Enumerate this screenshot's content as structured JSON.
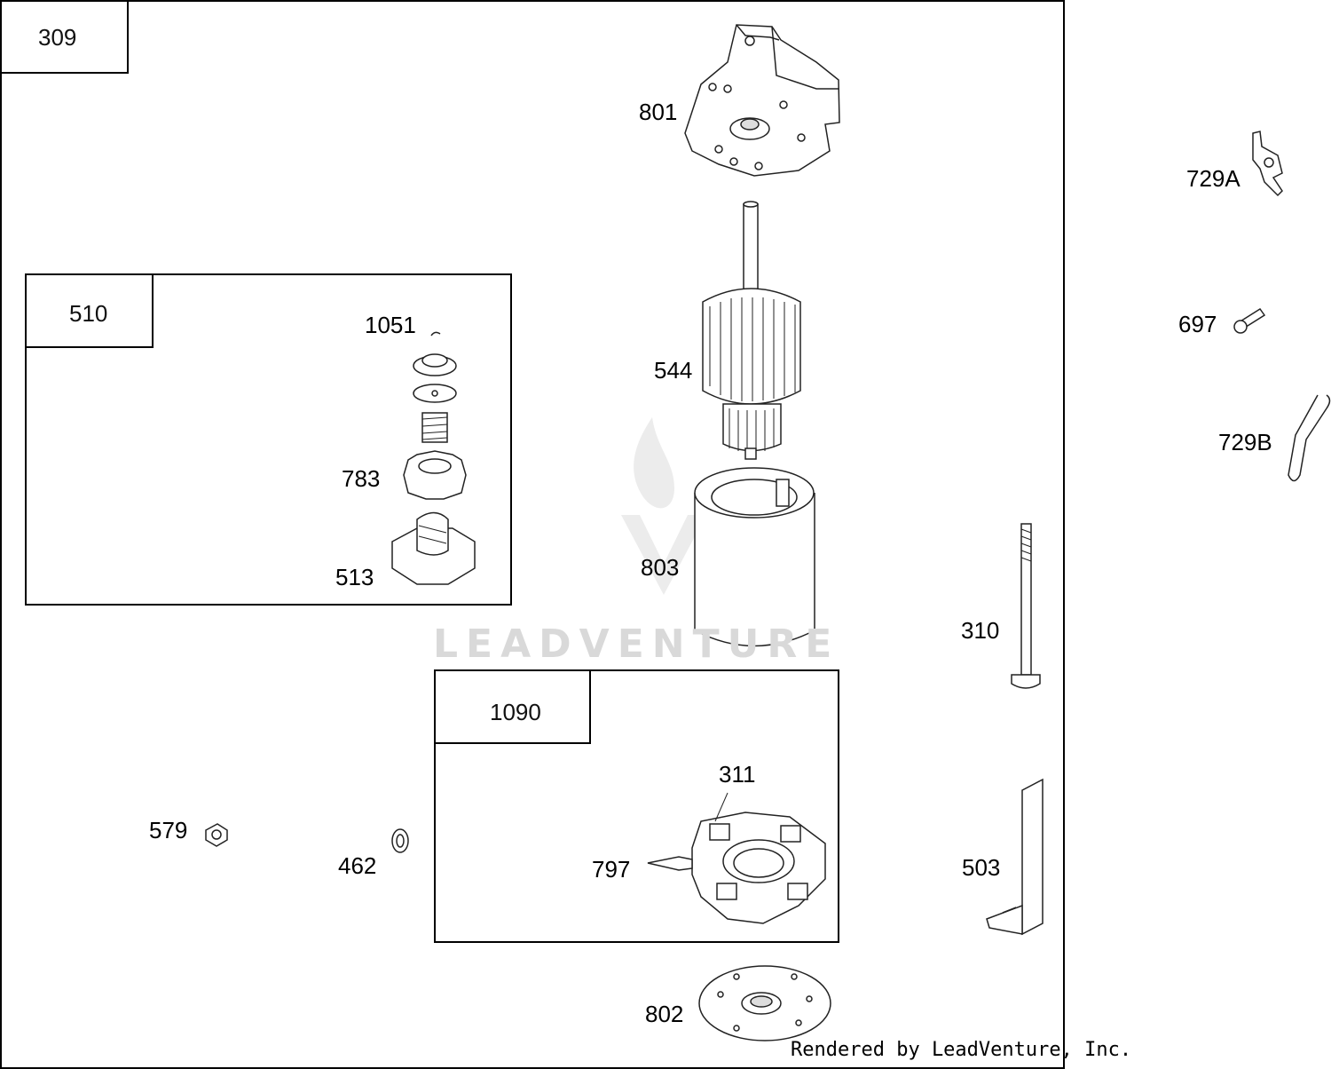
{
  "assembly_labels": {
    "main": "309",
    "drive_kit": "510",
    "brush_kit": "1090"
  },
  "parts": {
    "p801": "801",
    "p544": "544",
    "p803": "803",
    "p729A": "729A",
    "p697": "697",
    "p729B": "729B",
    "p310": "310",
    "p503": "503",
    "p802": "802",
    "p1051": "1051",
    "p783": "783",
    "p513": "513",
    "p311": "311",
    "p797": "797",
    "p579": "579",
    "p462": "462"
  },
  "watermark": "LEADVENTURE",
  "credit": "Rendered by LeadVenture, Inc."
}
